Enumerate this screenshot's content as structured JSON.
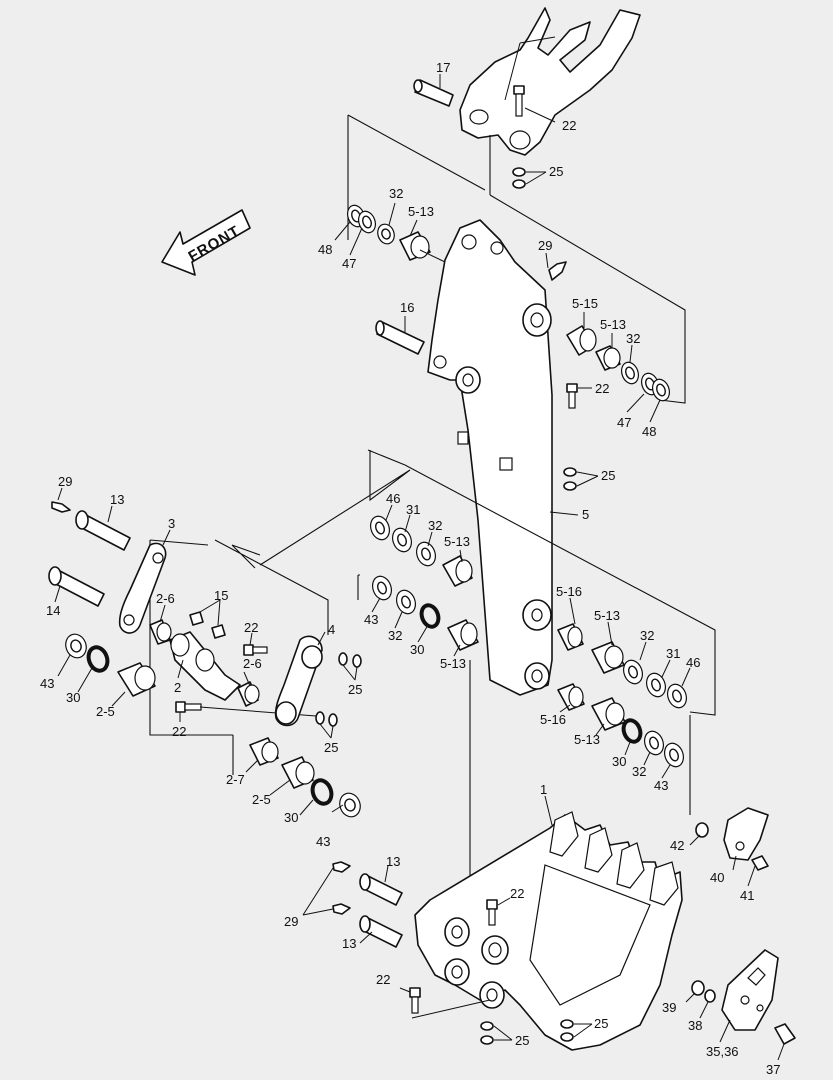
{
  "diagram": {
    "direction_label": "FRONT",
    "colors": {
      "background": "#eeeeee",
      "line": "#111111",
      "fill": "#ffffff"
    },
    "labels": {
      "l17": "17",
      "l22a": "22",
      "l25a": "25",
      "l32a": "32",
      "l513a": "5-13",
      "l48a": "48",
      "l47a": "47",
      "l29a": "29",
      "l16": "16",
      "l515": "5-15",
      "l513b": "5-13",
      "l32b": "32",
      "l22b": "22",
      "l47b": "47",
      "l48b": "48",
      "l25b": "25",
      "l5": "5",
      "l29b": "29",
      "l13a": "13",
      "l3": "3",
      "l14": "14",
      "l26a": "2-6",
      "l15": "15",
      "l22c": "22",
      "l4": "4",
      "l26b": "2-6",
      "l2": "2",
      "l25c": "25",
      "l43a": "43",
      "l30a": "30",
      "l25d": "2-5",
      "l22d": "22",
      "l25e": "25",
      "l27": "2-7",
      "l25f": "2-5",
      "l30b": "30",
      "l43b": "43",
      "l46a": "46",
      "l31a": "31",
      "l32c": "32",
      "l513c": "5-13",
      "l43c": "43",
      "l32d": "32",
      "l30c": "30",
      "l513d": "5-13",
      "l516a": "5-16",
      "l513e": "5-13",
      "l32e": "32",
      "l31b": "31",
      "l46b": "46",
      "l516b": "5-16",
      "l513f": "5-13",
      "l30d": "30",
      "l32f": "32",
      "l43d": "43",
      "l1": "1",
      "l42": "42",
      "l40": "40",
      "l41": "41",
      "l13b": "13",
      "l22e": "22",
      "l29c": "29",
      "l13c": "13",
      "l22f": "22",
      "l25g": "25",
      "l25h": "25",
      "l39": "39",
      "l38": "38",
      "l3536": "35,36",
      "l37": "37"
    }
  }
}
